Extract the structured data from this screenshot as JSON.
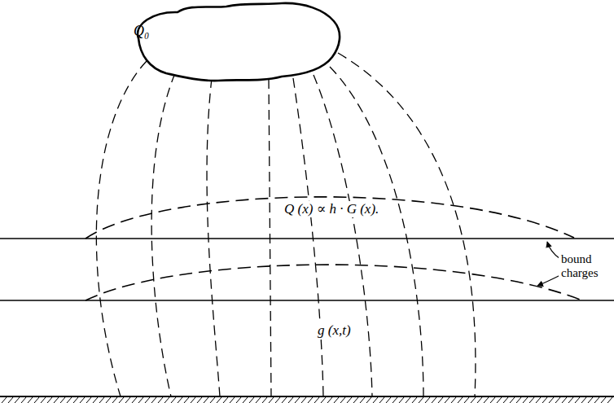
{
  "diagram": {
    "nodes": [
      {
        "text": [
          "Q₀"
        ]
      }
    ],
    "labels": [
      "Q (x) ∝ h · G (x).",
      "bound charges",
      "g (x,t)"
    ]
  }
}
